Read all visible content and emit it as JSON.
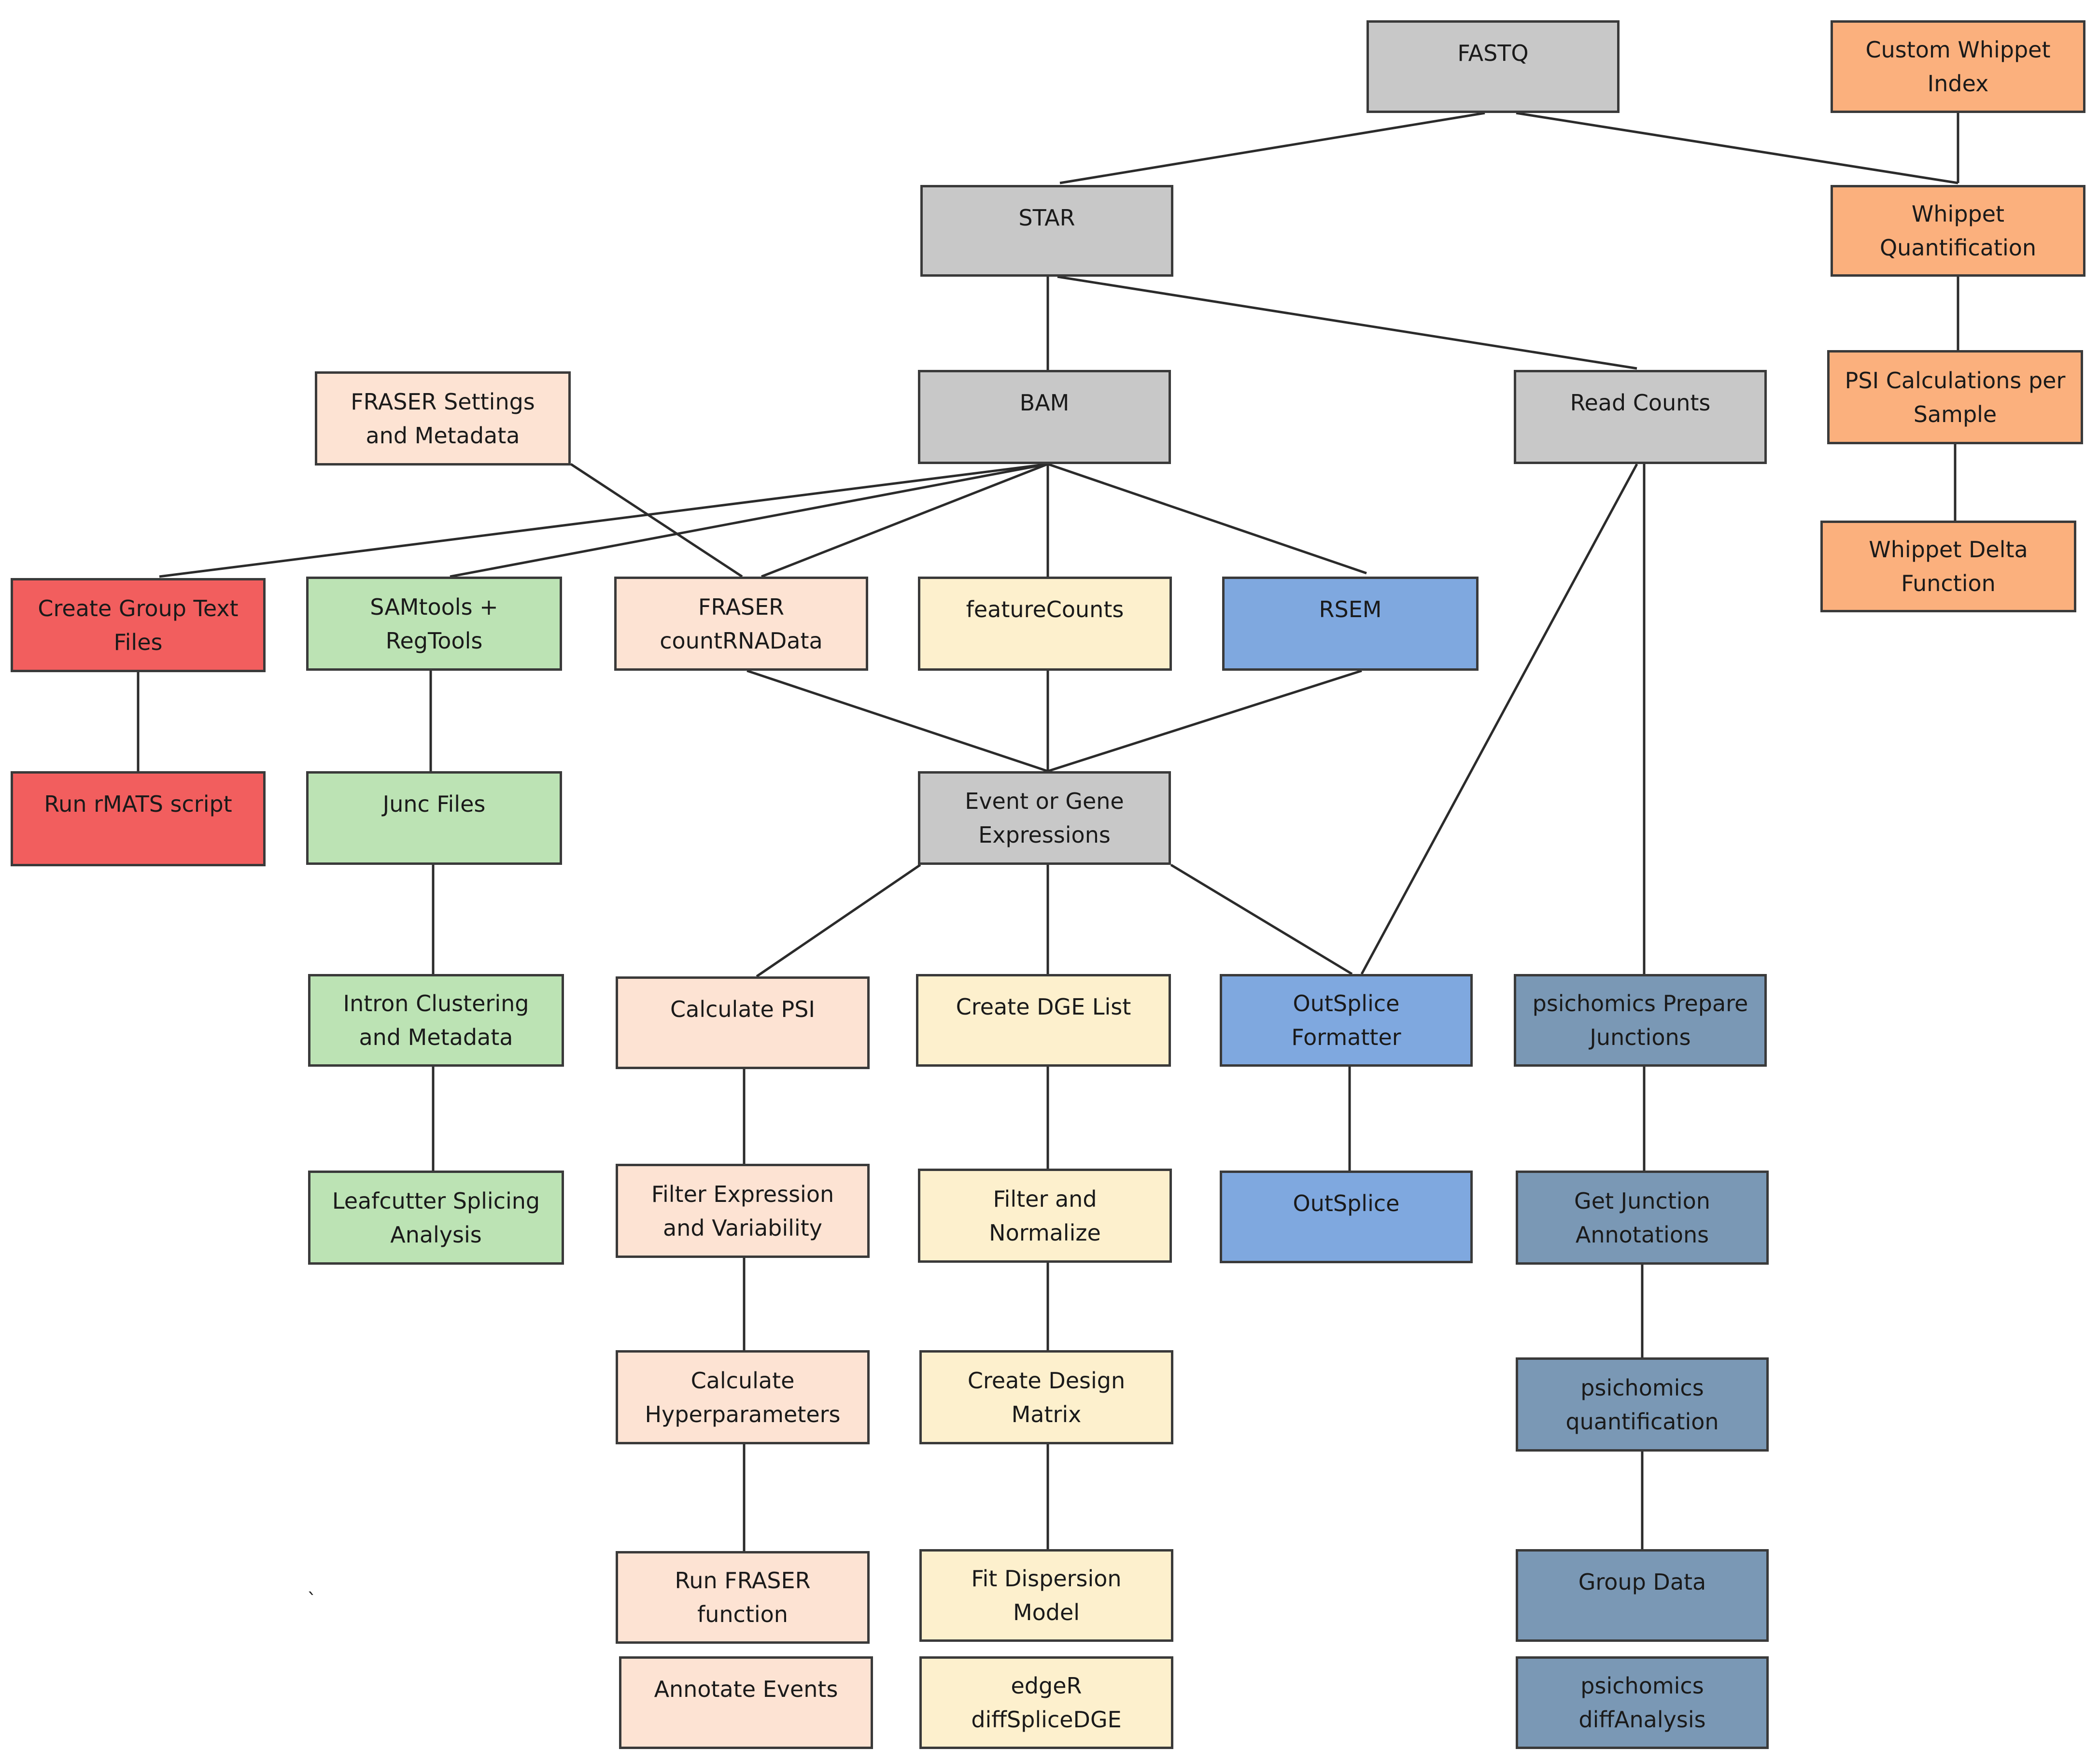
{
  "nodes": {
    "fastq": "FASTQ",
    "custom_whippet_index": "Custom  Whippet\nIndex",
    "star": "STAR",
    "whippet_quant": "Whippet\nQuantification",
    "fraser_settings": "FRASER Settings\nand Metadata",
    "bam": "BAM",
    "read_counts": "Read Counts",
    "psi_per_sample": "PSI Calculations   per\nSample",
    "whippet_delta": "Whippet  Delta\nFunction",
    "create_group": "Create Group  Text\nFiles",
    "samtools": "SAMtools  +\nRegTools",
    "fraser_count": "FRASER\ncountRNAData",
    "featurecounts": "featureCounts",
    "rsem": "RSEM",
    "run_rmats": "Run  rMATS script",
    "junc_files": "Junc  Files",
    "event_gene": "Event  or  Gene\nExpressions",
    "intron_cluster": "Intron  Clustering\nand Metadata",
    "calc_psi": "Calculate   PSI",
    "create_dge": "Create DGE  List",
    "outsplice_fmt": "OutSplice\nFormatter",
    "psichomics_prep": "psichomics   Prepare\nJunctions",
    "leafcutter": "Leafcutter  Splicing\nAnalysis",
    "filter_expr": "Filter Expression\nand Variability",
    "filter_norm": "Filter  and\nNormalize",
    "outsplice": "OutSplice",
    "get_junction": "Get  Junction\nAnnotations",
    "calc_hyper": "Calculate\nHyperparameters",
    "design_matrix": "Create  Design\nMatrix",
    "psichomics_quant": "psichomics\nquantification",
    "run_fraser": "Run  FRASER\nfunction",
    "fit_disp": "Fit Dispersion\nModel",
    "group_data": "Group  Data",
    "annotate": "Annotate   Events",
    "edger": "edgeR\ndiffSpliceDGE",
    "psichomics_diff": "psichomics\ndiffAnalysis"
  },
  "stray_mark": "`"
}
